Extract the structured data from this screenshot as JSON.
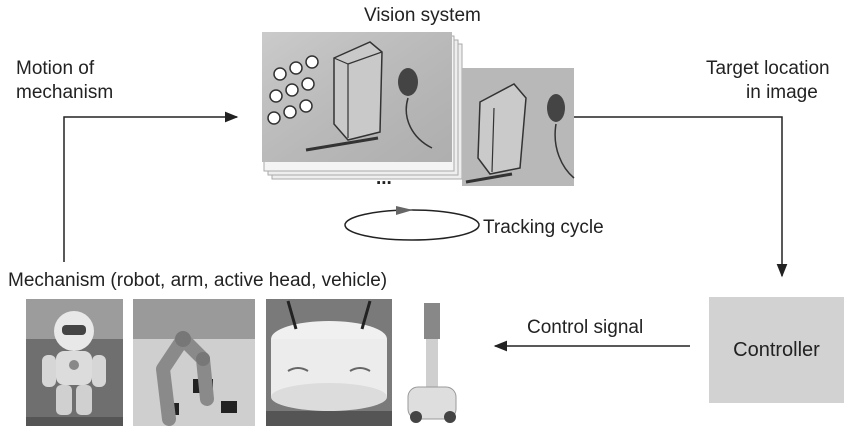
{
  "labels": {
    "vision_system": "Vision system",
    "motion_line1": "Motion of",
    "motion_line2": "mechanism",
    "target_line1": "Target location",
    "target_line2": "in image",
    "tracking_cycle": "Tracking cycle",
    "mechanism": "Mechanism (robot, arm, active head, vehicle)",
    "control_signal": "Control signal",
    "controller": "Controller",
    "ellipsis": "..."
  },
  "images": [
    {
      "id": "humanoid-robot",
      "depicts": "small humanoid robot"
    },
    {
      "id": "robot-arm",
      "depicts": "articulated robot arm over table"
    },
    {
      "id": "active-head",
      "depicts": "round active camera head"
    },
    {
      "id": "vehicle",
      "depicts": "mobile robot vehicle"
    }
  ],
  "colors": {
    "box": "#d2d2d2",
    "lines": "#222222",
    "photo_gray": "#9a9a9a"
  }
}
